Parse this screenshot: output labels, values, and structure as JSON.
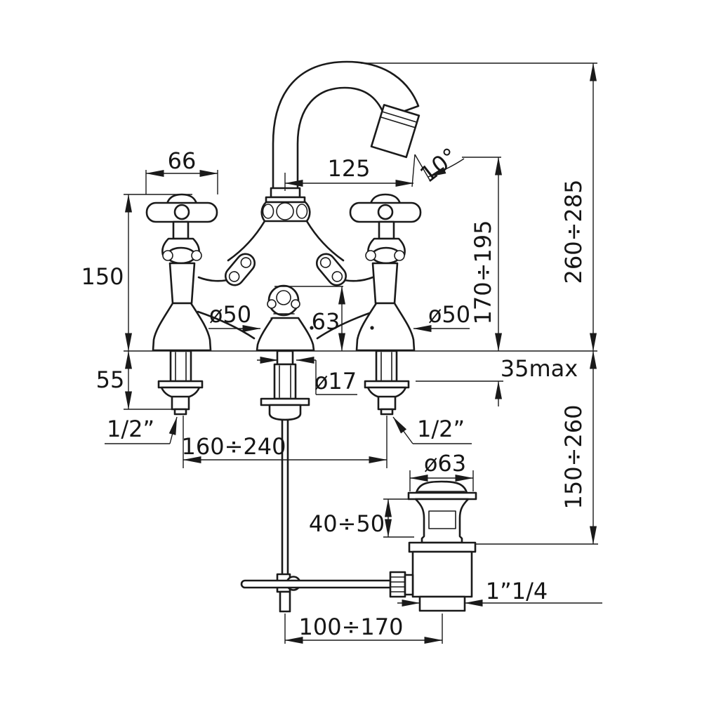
{
  "drawing": {
    "title": "Two-handle basin bridge mixer with gooseneck spout and pop-up waste — dimensioned front elevation",
    "type": "technical-dimension-drawing",
    "units": "mm",
    "style": {
      "line_color": "#1a1a1a",
      "background": "#ffffff"
    },
    "dimensions": {
      "handle_width": "66",
      "spout_reach": "125",
      "spout_angle": "10°",
      "total_height": "260÷285",
      "spout_outlet_height": "170÷195",
      "handle_height_above_deck": "150",
      "left_body_diameter": "ø50",
      "right_body_diameter": "ø50",
      "popup_knob_height": "63",
      "under_deck_depth": "55",
      "max_deck_thickness": "35max",
      "rod_diameter": "ø17",
      "left_inlet_thread": "1/2”",
      "right_inlet_thread": "1/2”",
      "inlet_centre_distance": "160÷240",
      "waste_depth_range": "150÷260",
      "waste_flange_diameter": "ø63",
      "waste_body_height": "40÷50",
      "waste_outlet_thread": "1”1/4",
      "rod_to_waste_distance": "100÷170"
    }
  }
}
